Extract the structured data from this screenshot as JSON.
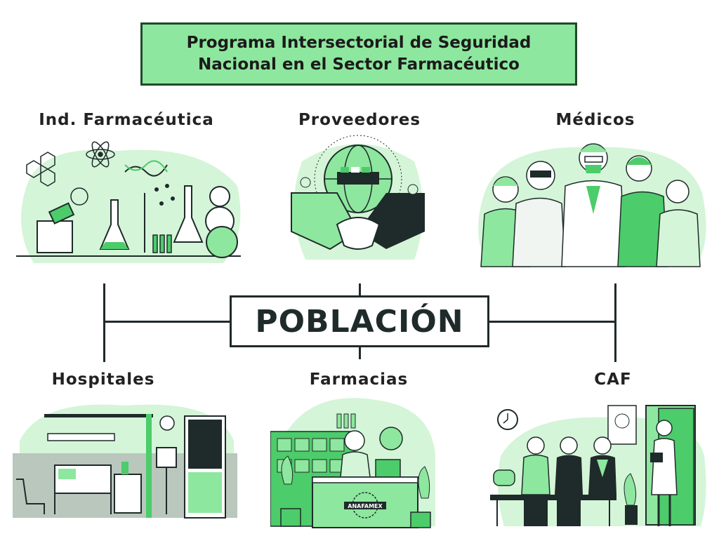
{
  "title": {
    "line1": "Programa Intersectorial de Seguridad",
    "line2": "Nacional en el Sector Farmacéutico"
  },
  "center": "POBLACIÓN",
  "nodes": {
    "ind_farmaceutica": "Ind. Farmacéutica",
    "proveedores": "Proveedores",
    "medicos": "Médicos",
    "hospitales": "Hospitales",
    "farmacias": "Farmacias",
    "caf": "CAF"
  },
  "logo_text": "ANAFAMEX",
  "colors": {
    "accent": "#8ee79e",
    "light": "#d4f5d8",
    "dark": "#1f2a2a",
    "mid": "#4ccc6a"
  }
}
